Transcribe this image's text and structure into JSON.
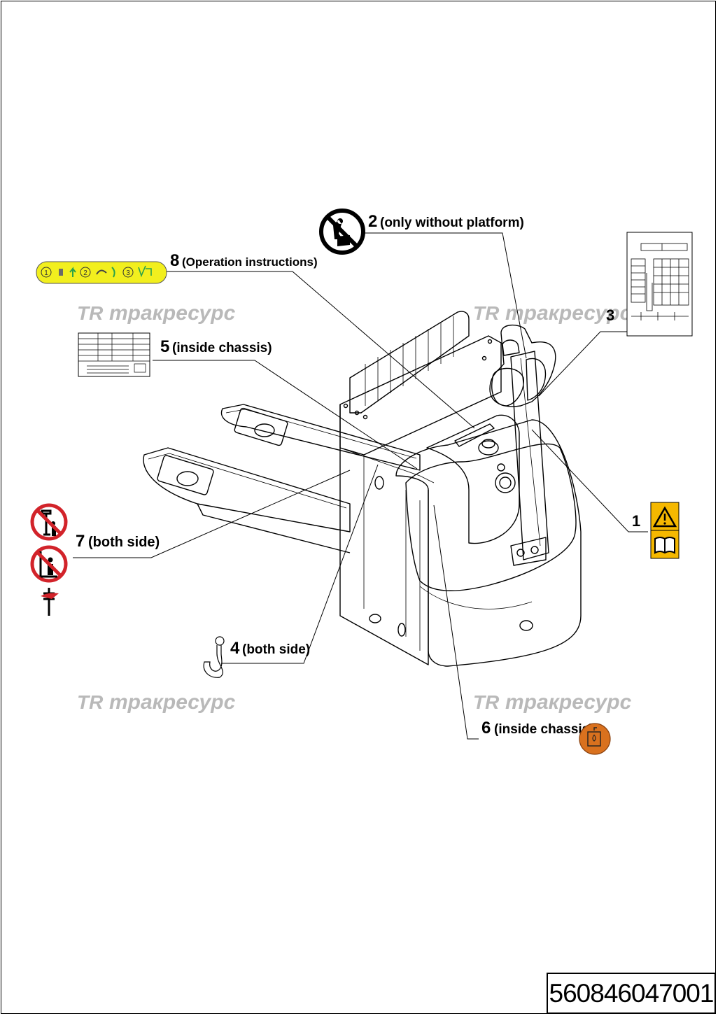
{
  "callouts": {
    "c1": {
      "number": "1",
      "note": ""
    },
    "c2": {
      "number": "2",
      "note": "(only without platform)"
    },
    "c3": {
      "number": "3",
      "note": ""
    },
    "c4": {
      "number": "4",
      "note": "(both side)"
    },
    "c5": {
      "number": "5",
      "note": "(inside chassis)"
    },
    "c6": {
      "number": "6",
      "note": "(inside chassis)"
    },
    "c7": {
      "number": "7",
      "note": "(both side)"
    },
    "c8": {
      "number": "8",
      "note": "(Operation instructions)"
    }
  },
  "operation_label": {
    "steps": [
      "1",
      "2",
      "3"
    ]
  },
  "watermark": {
    "text": "тракресурс",
    "logo": "TR"
  },
  "part_code": "560846047001",
  "colors": {
    "prohibition_red": "#d2232a",
    "warning_yellow": "#f5b800",
    "operation_label_yellow": "#f2ef1e",
    "hook_orange": "#d9711e",
    "watermark_gray": "#b9b9b9"
  }
}
